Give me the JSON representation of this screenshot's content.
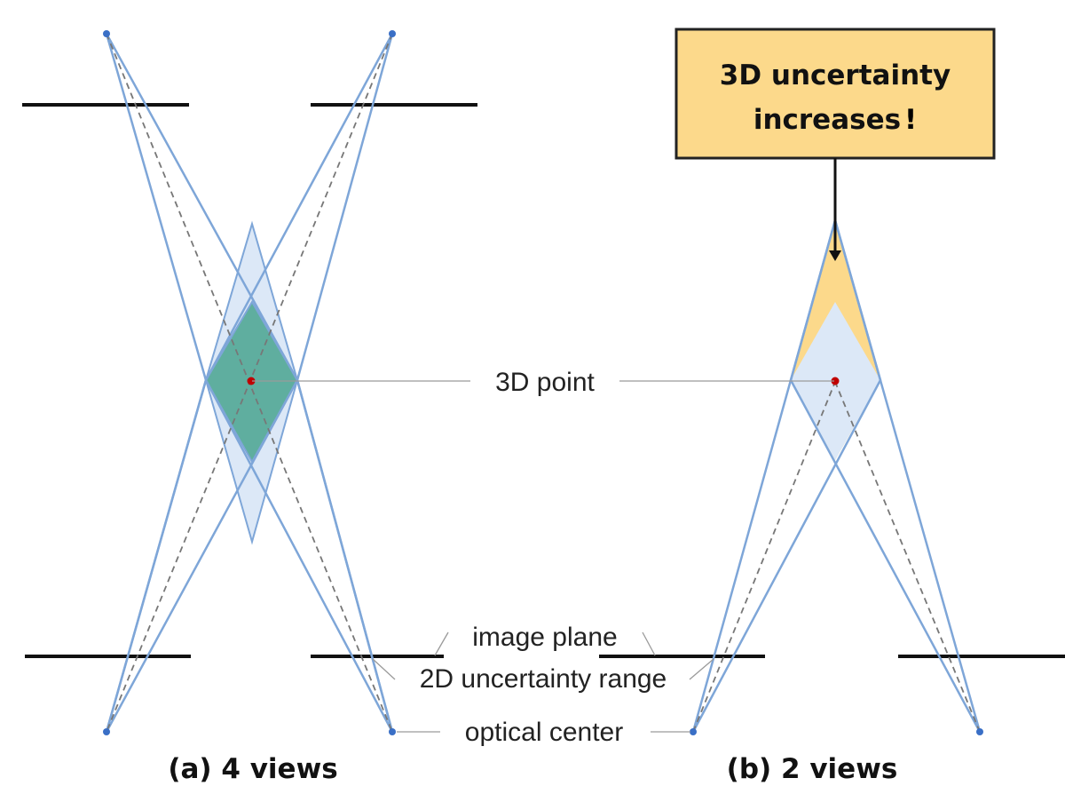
{
  "labels": {
    "point_3d": "3D point",
    "image_plane": "image plane",
    "uncertainty_2d": "2D uncertainty range",
    "optical_center": "optical center"
  },
  "callout": {
    "line1": "3D uncertainty",
    "line2": "increases",
    "mark": "!"
  },
  "captions": {
    "a": "(a) 4 views",
    "b": "(b) 2 views"
  },
  "colors": {
    "ray": "#7ea6d8",
    "uncertainty_region": "#dce8f7",
    "intersection_region": "#5fae9f",
    "increase_region": "#fcd98b",
    "callout_fill": "#fcd98b",
    "point": "#c00000",
    "camera": "#3a6fc6"
  }
}
